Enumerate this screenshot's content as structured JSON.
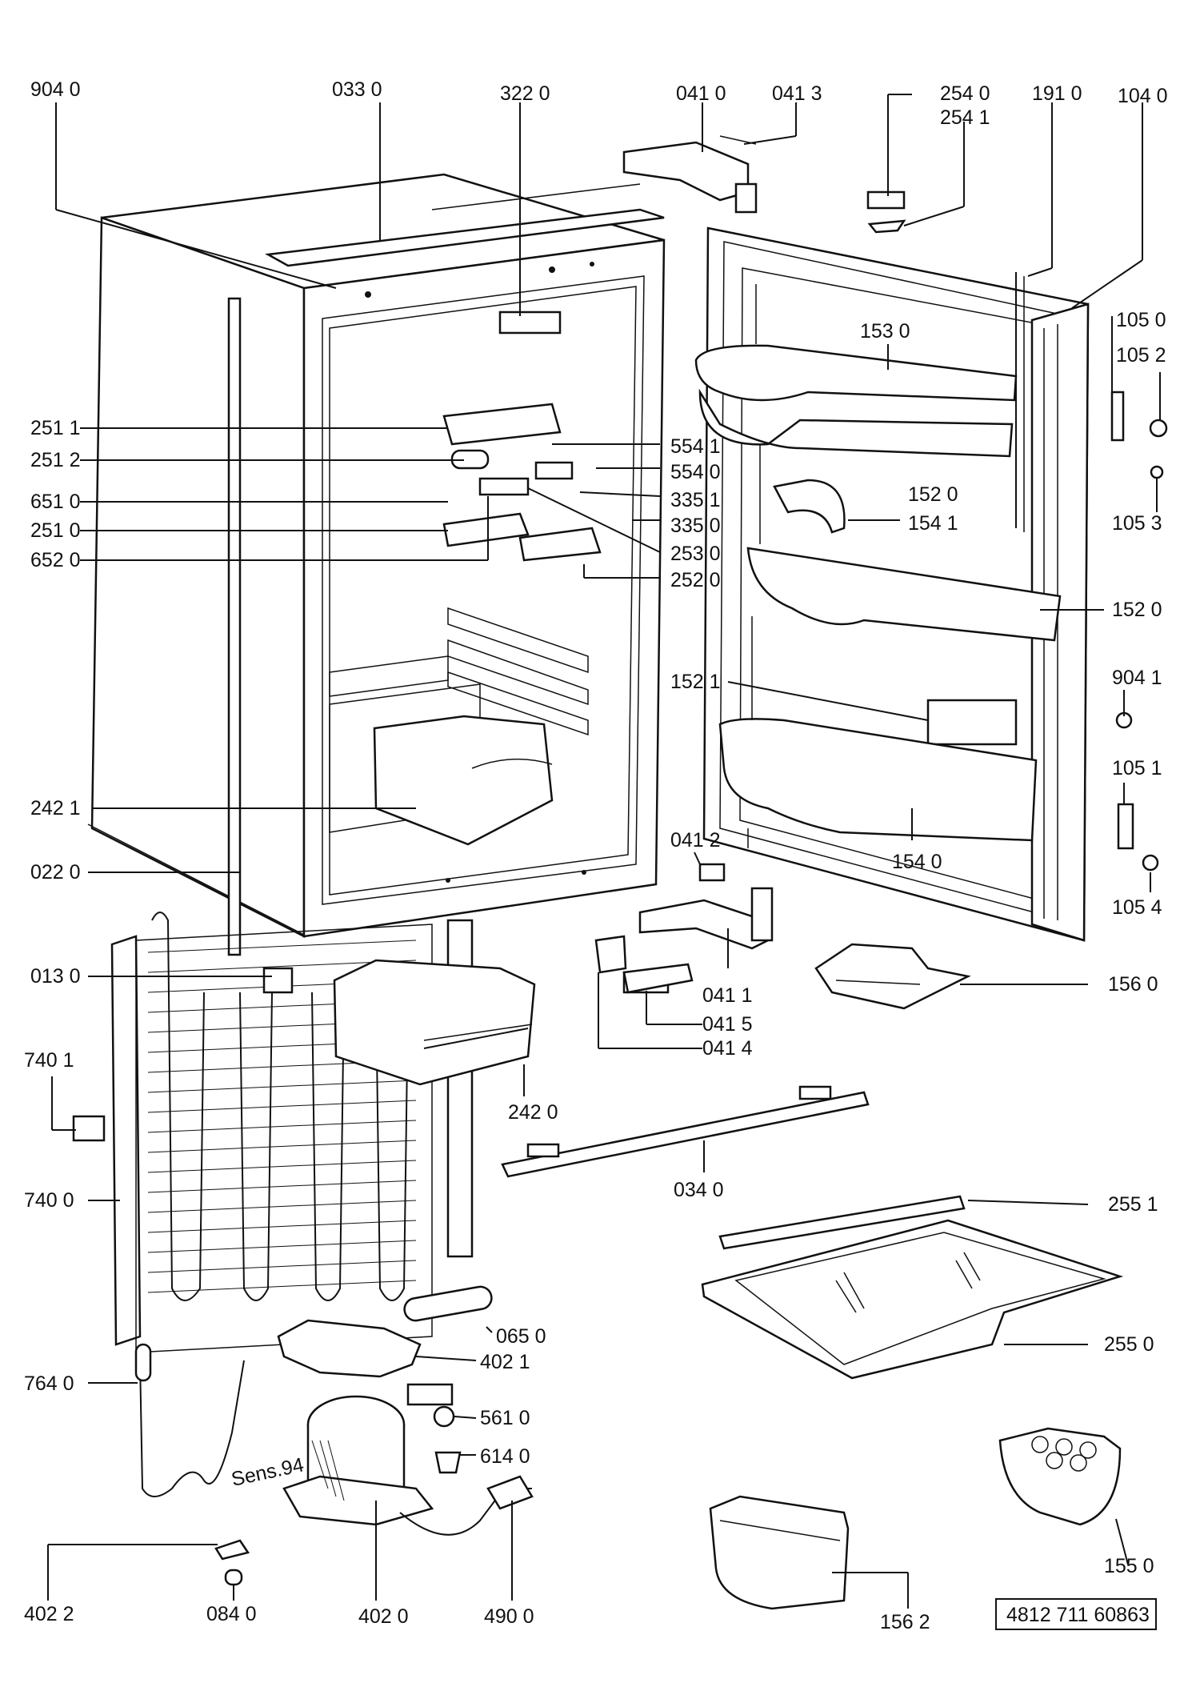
{
  "labels": {
    "p904_0": "904 0",
    "p033_0": "033 0",
    "p322_0": "322 0",
    "p041_0": "041 0",
    "p041_3": "041 3",
    "p254_0": "254 0",
    "p254_1": "254 1",
    "p191_0": "191 0",
    "p104_0": "104 0",
    "p105_0": "105 0",
    "p105_2": "105 2",
    "p153_0": "153 0",
    "p251_1": "251 1",
    "p251_2": "251 2",
    "p651_0": "651 0",
    "p251_0": "251 0",
    "p652_0": "652 0",
    "p554_1": "554 1",
    "p554_0": "554 0",
    "p335_1": "335 1",
    "p335_0": "335 0",
    "p253_0": "253 0",
    "p252_0": "252 0",
    "p152_0a": "152 0",
    "p154_1": "154 1",
    "p105_3": "105 3",
    "p152_0b": "152 0",
    "p152_1": "152 1",
    "p904_1": "904 1",
    "p105_1": "105 1",
    "p242_1": "242 1",
    "p041_2": "041 2",
    "p154_0": "154 0",
    "p105_4": "105 4",
    "p022_0": "022 0",
    "p013_0": "013 0",
    "p041_1": "041 1",
    "p156_0": "156 0",
    "p041_5": "041 5",
    "p041_4": "041 4",
    "p740_1": "740 1",
    "p242_0": "242 0",
    "p740_0": "740 0",
    "p034_0": "034 0",
    "p255_1": "255 1",
    "p065_0": "065 0",
    "p402_1": "402 1",
    "p255_0": "255 0",
    "p764_0": "764 0",
    "p561_0": "561 0",
    "p614_0": "614 0",
    "p155_0": "155 0",
    "p402_2": "402 2",
    "p084_0": "084 0",
    "p402_0": "402 0",
    "p490_0": "490 0",
    "p156_2": "156 2"
  },
  "sheet_code": "4812 711 60863",
  "stamp_text": "Sens.94"
}
